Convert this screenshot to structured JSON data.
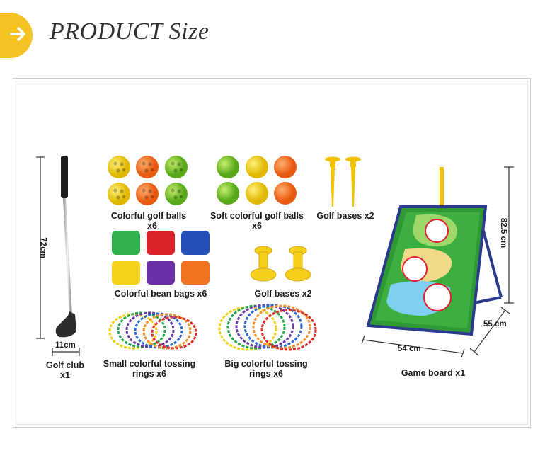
{
  "header": {
    "title": "PRODUCT Size",
    "badge_color": "#f4c323",
    "arrow_icon": "arrow-right-icon"
  },
  "items": {
    "golf_club": {
      "line1": "Golf club",
      "line2": "x1"
    },
    "colorful_golf_balls": {
      "line1": "Colorful golf  balls",
      "line2": "x6"
    },
    "soft_golf_balls": {
      "line1": "Soft colorful golf  balls",
      "line2": "x6"
    },
    "golf_bases_top": {
      "label": "Golf bases x2"
    },
    "bean_bags": {
      "label": "Colorful bean bags x6"
    },
    "golf_bases_mid": {
      "label": "Golf bases x2"
    },
    "small_rings": {
      "line1": "Small colorful tossing",
      "line2": "rings x6"
    },
    "big_rings": {
      "line1": "Big colorful tossing",
      "line2": "rings x6"
    },
    "game_board": {
      "label": "Game board x1"
    }
  },
  "dimensions": {
    "club_length": "72cm",
    "club_width": "11cm",
    "board_height": "82.5 cm",
    "board_width": "54 cm",
    "board_depth": "55 cm"
  }
}
